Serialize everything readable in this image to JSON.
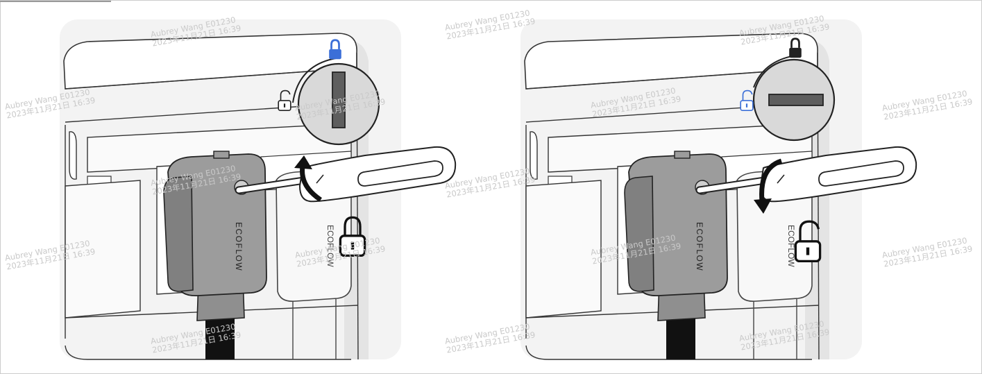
{
  "colors": {
    "background": "#ffffff",
    "panel": "#f2f2f2",
    "line": "#222222",
    "plug_body": "#9a9a9a",
    "plug_dark": "#6f6f6f",
    "cable": "#111111",
    "dial": "#d9d9d9",
    "slot": "#5e5e5e",
    "active_indicator": "#3b6fd8",
    "border": "#cccccc"
  },
  "panels": [
    {
      "id": "lock",
      "plug_logo": "ECOFLOW",
      "lock_state": "locked",
      "rotation": "counter-clockwise",
      "icons": {
        "top": "padlock-closed-icon",
        "side": "padlock-open-icon",
        "big": "padlock-closed-icon"
      },
      "active_icon": "top"
    },
    {
      "id": "unlock",
      "plug_logo": "ECOFLOW",
      "lock_state": "unlocked",
      "rotation": "clockwise",
      "icons": {
        "top": "padlock-closed-icon",
        "side": "padlock-open-icon",
        "big": "padlock-open-icon"
      },
      "active_icon": "side"
    }
  ],
  "watermarks": [
    {
      "line1": "Aubrey Wang E01230",
      "line2": "2023年11月21日 16:39"
    },
    {
      "line1": "Aubrey Wang E01230",
      "line2": "2023年11月21日 16:39"
    },
    {
      "line1": "Aubrey Wang E01230",
      "line2": "2023年11月21日 16:39"
    },
    {
      "line1": "Aubrey Wang E01230",
      "line2": "2023年11月21日 16:39"
    },
    {
      "line1": "Aubrey Wang E01230",
      "line2": "2023年11月21日 16:39"
    },
    {
      "line1": "Aubrey Wang E01230",
      "line2": "2023年11月21日 16:39"
    },
    {
      "line1": "Aubrey Wang E01230",
      "line2": "2023年11月21日 16:39"
    },
    {
      "line1": "Aubrey Wang E01230",
      "line2": "2023年11月21日 16:39"
    },
    {
      "line1": "Aubrey Wang E01230",
      "line2": "2023年11月21日 16:39"
    },
    {
      "line1": "Aubrey Wang E01230",
      "line2": "2023年11月21日 16:39"
    },
    {
      "line1": "Aubrey Wang E01230",
      "line2": "2023年11月21日 16:39"
    },
    {
      "line1": "Aubrey Wang E01230",
      "line2": "2023年11月21日 16:39"
    },
    {
      "line1": "Aubrey Wang E01230",
      "line2": "2023年11月21日 16:39"
    },
    {
      "line1": "Aubrey Wang E01230",
      "line2": "2023年11月21日 16:39"
    },
    {
      "line1": "Aubrey Wang E01230",
      "line2": "2023年11月21日 16:39"
    },
    {
      "line1": "Aubrey Wang E01230",
      "line2": "2023年11月21日 16:39"
    }
  ]
}
